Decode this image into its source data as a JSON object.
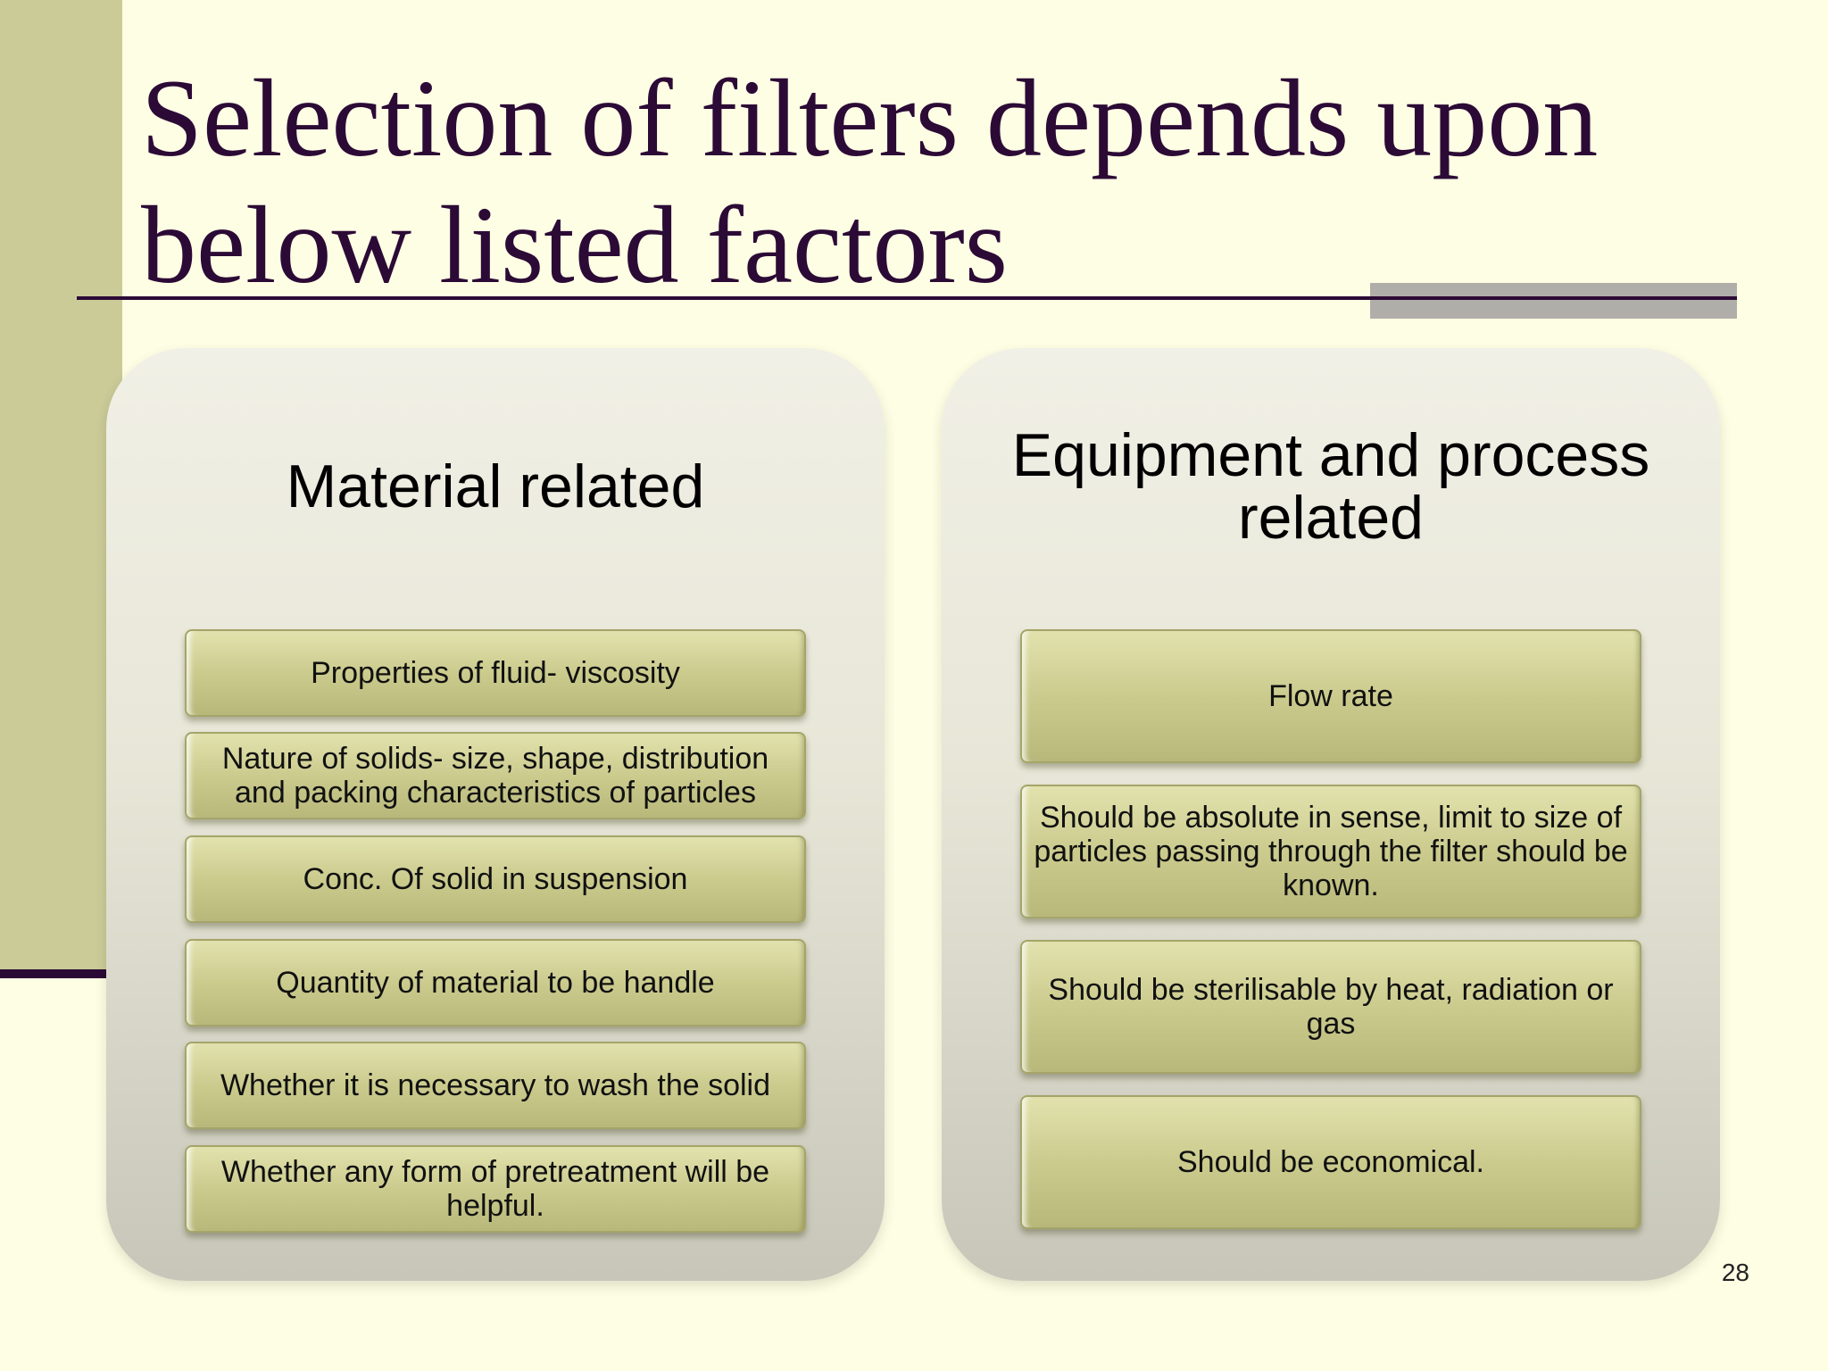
{
  "slide": {
    "title": "Selection of filters depends upon below listed factors",
    "page_number": "28"
  },
  "panels": [
    {
      "heading": "Material related",
      "items": [
        "Properties of fluid- viscosity",
        "Nature of solids- size, shape, distribution and packing characteristics of particles",
        "Conc. Of solid in suspension",
        "Quantity of material to be handle",
        "Whether it is necessary to wash the solid",
        "Whether any form of pretreatment will be helpful."
      ]
    },
    {
      "heading": "Equipment and process related",
      "items": [
        "Flow rate",
        "Should be absolute in sense, limit to size of particles passing through the filter should be known.",
        "Should be sterilisable by heat, radiation or gas",
        "Should be economical."
      ]
    }
  ],
  "colors": {
    "background": "#fefee4",
    "title": "#2c0a36",
    "accent_band": "#cbcb98",
    "item_fill": "#cbcb8e"
  }
}
